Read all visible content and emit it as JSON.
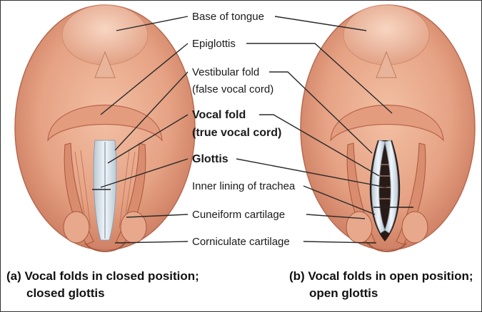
{
  "labels": {
    "base_of_tongue": "Base of tongue",
    "epiglottis": "Epiglottis",
    "vestibular_fold": "Vestibular fold",
    "false_vocal_cord": "(false vocal cord)",
    "vocal_fold": "Vocal fold",
    "true_vocal_cord": "(true vocal cord)",
    "glottis": "Glottis",
    "inner_lining": "Inner lining of trachea",
    "cuneiform": "Cuneiform cartilage",
    "corniculate": "Corniculate cartilage"
  },
  "captions": {
    "a_line1": "(a) Vocal folds in closed position;",
    "a_line2": "closed glottis",
    "b_line1": "(b) Vocal folds in open position;",
    "b_line2": "open glottis"
  },
  "colors": {
    "tissue": "#e9a98a",
    "tissue_dark": "#c4765a",
    "tissue_light": "#f6cdb5",
    "vocal_fold": "#d8e2ea",
    "airway": "#2a1a16"
  }
}
